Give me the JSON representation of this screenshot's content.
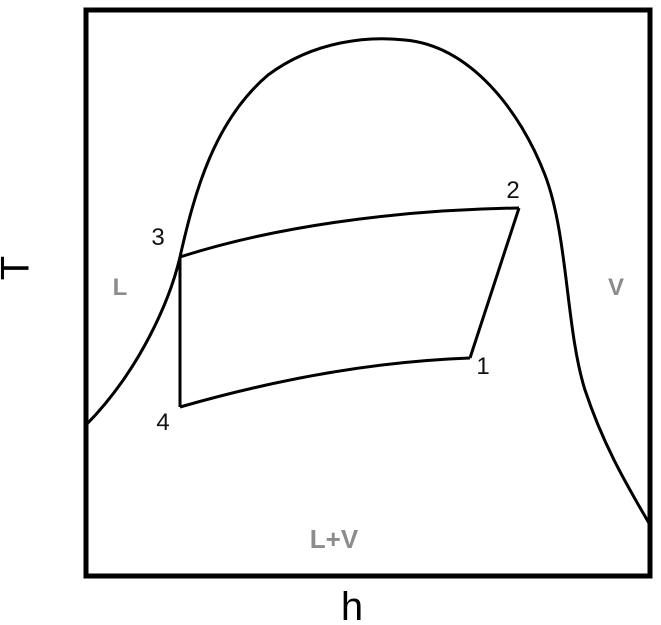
{
  "axes": {
    "x_label": "h",
    "y_label": "T"
  },
  "regions": {
    "liquid": "L",
    "vapor": "V",
    "mixture": "L+V"
  },
  "points": {
    "p1": "1",
    "p2": "2",
    "p3": "3",
    "p4": "4"
  },
  "colors": {
    "line": "#000000",
    "region_text": "#8c8c8c"
  }
}
